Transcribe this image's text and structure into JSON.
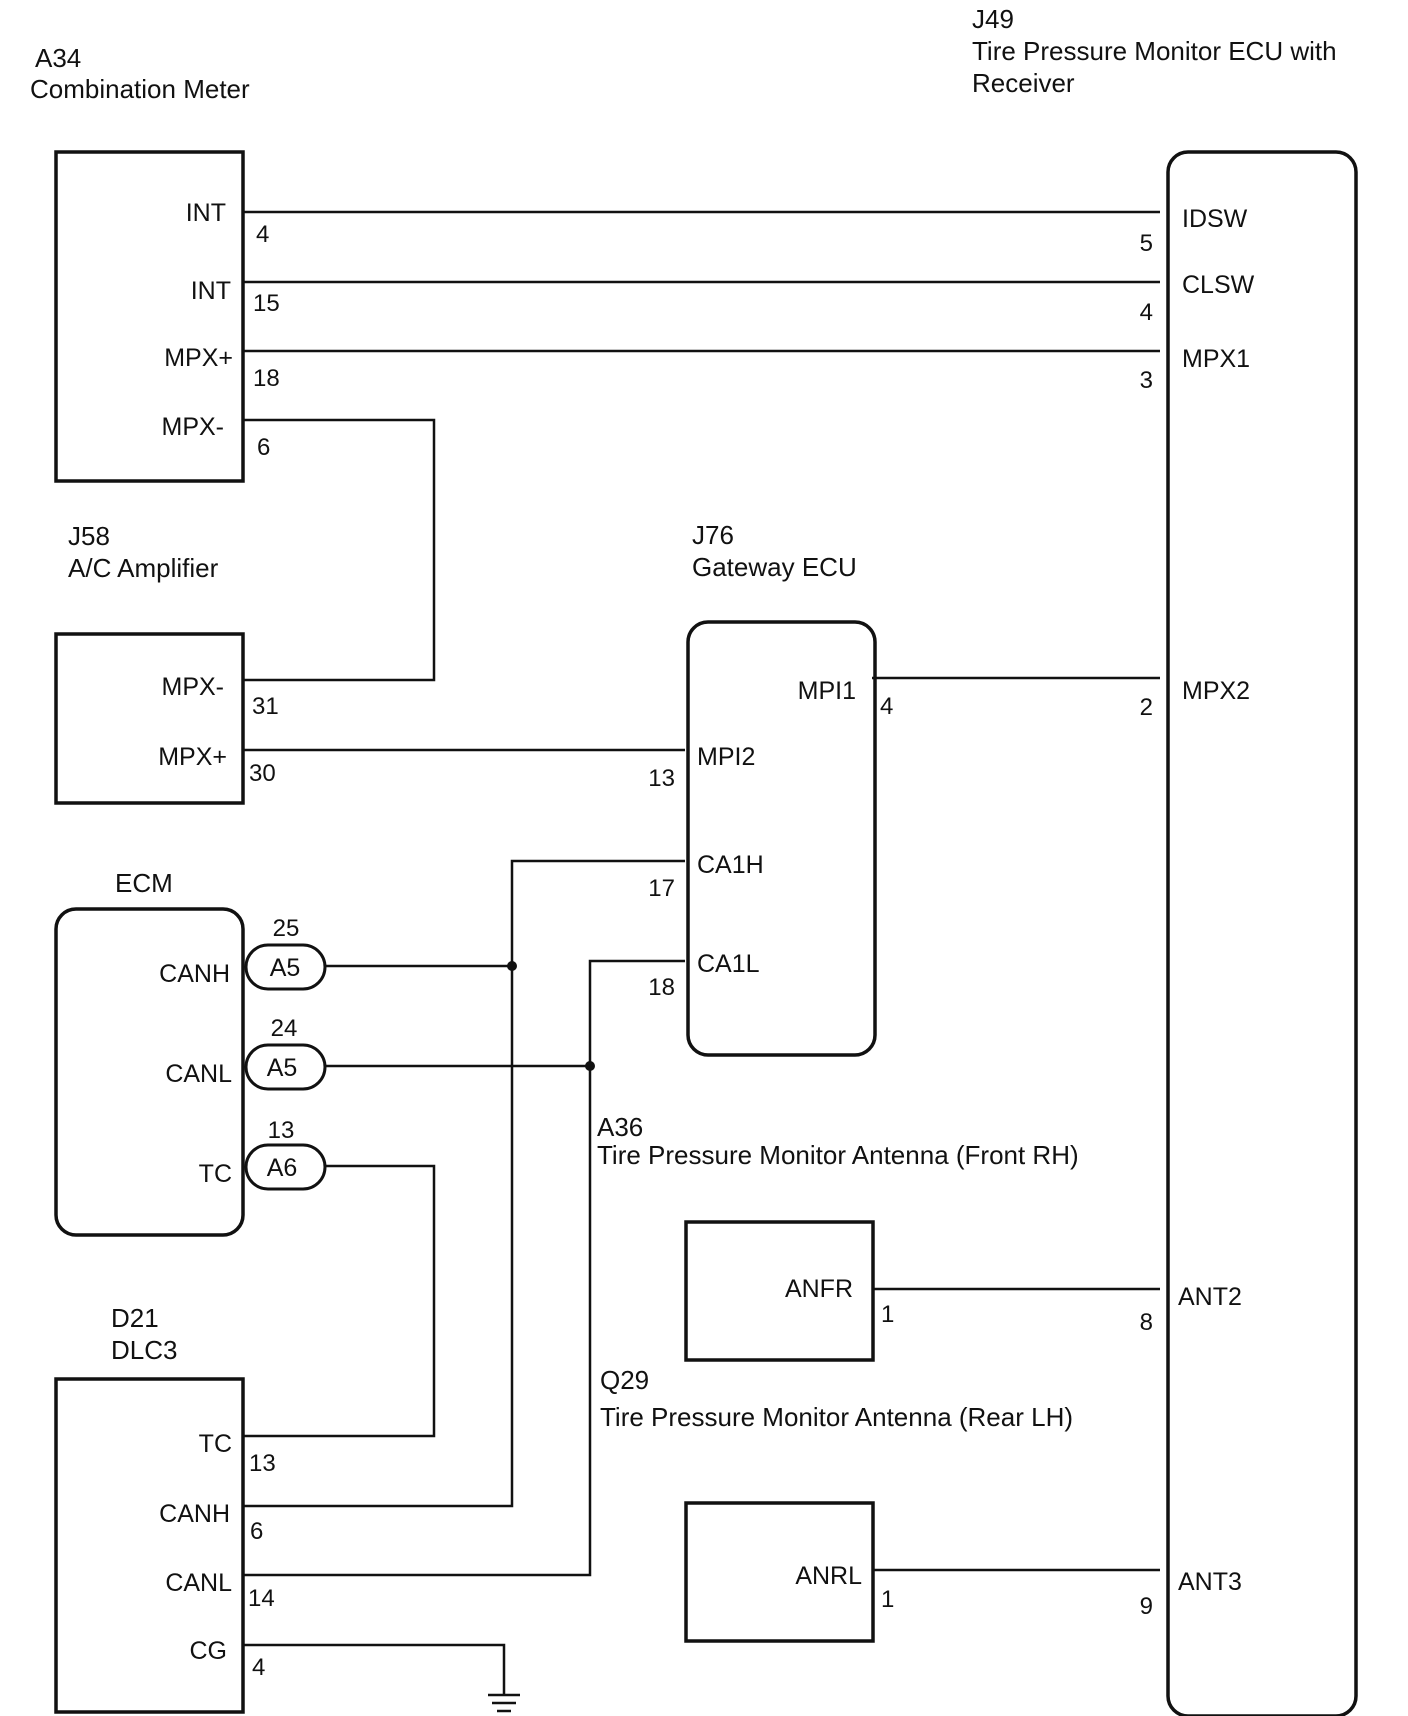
{
  "components": {
    "a34": {
      "code": "A34",
      "name": "Combination Meter",
      "pins": {
        "int1": "INT",
        "int2": "INT",
        "mpx_plus": "MPX+",
        "mpx_minus": "MPX-"
      },
      "nums": {
        "int1": "4",
        "int2": "15",
        "mpx_plus": "18",
        "mpx_minus": "6"
      }
    },
    "j49": {
      "code": "J49",
      "name_line1": "Tire Pressure Monitor ECU with",
      "name_line2": "Receiver",
      "pins": {
        "idsw": "IDSW",
        "clsw": "CLSW",
        "mpx1": "MPX1",
        "mpx2": "MPX2",
        "ant2": "ANT2",
        "ant3": "ANT3"
      },
      "nums": {
        "idsw": "5",
        "clsw": "4",
        "mpx1": "3",
        "mpx2": "2",
        "ant2": "8",
        "ant3": "9"
      }
    },
    "j58": {
      "code": "J58",
      "name": "A/C Amplifier",
      "pins": {
        "mpx_minus": "MPX-",
        "mpx_plus": "MPX+"
      },
      "nums": {
        "mpx_minus": "31",
        "mpx_plus": "30"
      }
    },
    "j76": {
      "code": "J76",
      "name": "Gateway ECU",
      "pins": {
        "mpi1": "MPI1",
        "mpi2": "MPI2",
        "ca1h": "CA1H",
        "ca1l": "CA1L"
      },
      "nums": {
        "mpi1": "4",
        "mpi2": "13",
        "ca1h": "17",
        "ca1l": "18"
      }
    },
    "ecm": {
      "name": "ECM",
      "pins": {
        "canh": "CANH",
        "canl": "CANL",
        "tc": "TC"
      },
      "connectors": {
        "canh": "A5",
        "canl": "A5",
        "tc": "A6"
      },
      "nums": {
        "canh": "25",
        "canl": "24",
        "tc": "13"
      }
    },
    "d21": {
      "code": "D21",
      "name": "DLC3",
      "pins": {
        "tc": "TC",
        "canh": "CANH",
        "canl": "CANL",
        "cg": "CG"
      },
      "nums": {
        "tc": "13",
        "canh": "6",
        "canl": "14",
        "cg": "4"
      }
    },
    "a36": {
      "code": "A36",
      "name": "Tire Pressure Monitor Antenna (Front RH)",
      "pins": {
        "anfr": "ANFR"
      },
      "nums": {
        "anfr": "1"
      }
    },
    "q29": {
      "code": "Q29",
      "name": "Tire Pressure Monitor Antenna (Rear LH)",
      "pins": {
        "anrl": "ANRL"
      },
      "nums": {
        "anrl": "1"
      }
    }
  }
}
